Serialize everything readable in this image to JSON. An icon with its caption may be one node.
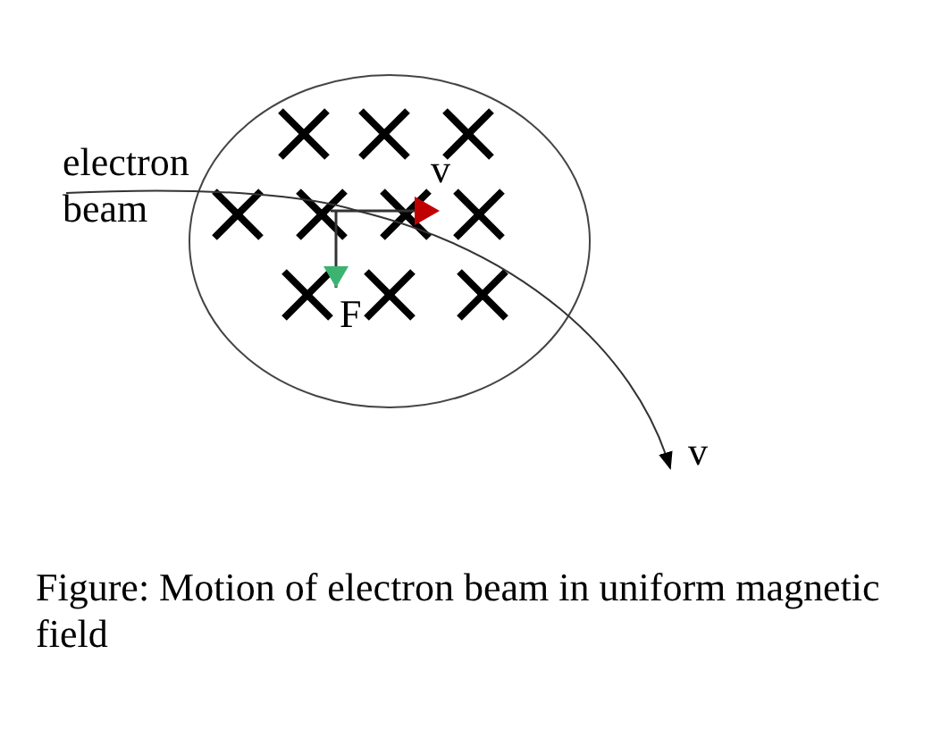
{
  "diagram": {
    "caption": "Figure: Motion of electron beam in uniform magnetic field",
    "labels": [
      "electron beam",
      "v",
      "F",
      "v"
    ]
  }
}
